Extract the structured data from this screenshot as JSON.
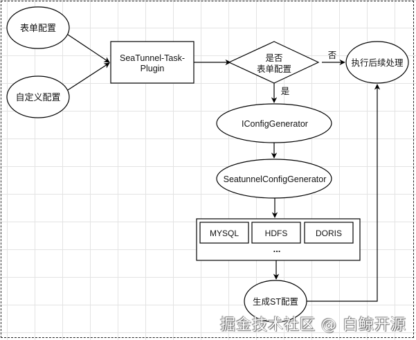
{
  "diagram": {
    "nodes": {
      "form_config": {
        "label": "表单配置",
        "shape": "ellipse"
      },
      "custom_config": {
        "label": "自定义配置",
        "shape": "ellipse"
      },
      "plugin": {
        "label_line1": "SeaTunnel-Task-",
        "label_line2": "Plugin",
        "shape": "rectangle"
      },
      "decision": {
        "label_line1": "是否",
        "label_line2": "表单配置",
        "shape": "diamond"
      },
      "post_process": {
        "label": "执行后续处理",
        "shape": "ellipse"
      },
      "iconfig": {
        "label": "IConfigGenerator",
        "shape": "ellipse"
      },
      "seatunnel_config": {
        "label": "SeatunnelConfigGenerator",
        "shape": "ellipse"
      },
      "datasources": {
        "items": [
          "MYSQL",
          "HDFS",
          "DORIS"
        ],
        "more": "..."
      },
      "generate_st": {
        "label": "生成ST配置",
        "shape": "ellipse"
      }
    },
    "edges": {
      "no_label": "否",
      "yes_label": "是"
    }
  },
  "watermark": "掘金技术社区 @ 白鲸开源",
  "colors": {
    "stroke": "#000000",
    "grid": "#e3e3e3",
    "background": "#ffffff"
  }
}
